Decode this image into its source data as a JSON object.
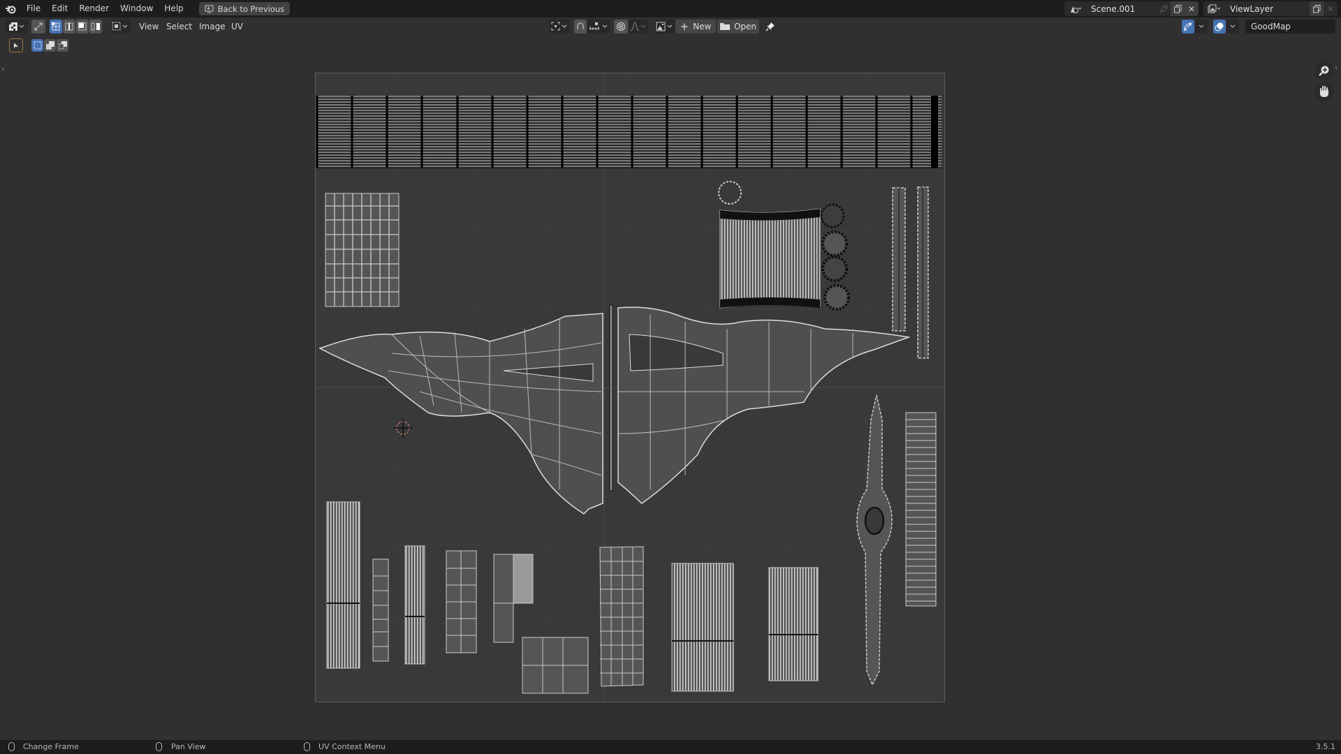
{
  "topbar": {
    "menus": [
      "File",
      "Edit",
      "Render",
      "Window",
      "Help"
    ],
    "back_button": "Back to Previous",
    "scene": {
      "name": "Scene.001"
    },
    "view_layer": {
      "name": "ViewLayer"
    }
  },
  "header": {
    "menus": [
      "View",
      "Select",
      "Image",
      "UV"
    ],
    "new_label": "New",
    "open_label": "Open",
    "uv_map_name": "GoodMap"
  },
  "statusbar": {
    "left_hint": "Change Frame",
    "middle_hint": "Pan View",
    "right_hint": "UV Context Menu",
    "version": "3.5.1"
  },
  "colors": {
    "accent_blue": "#4772b3",
    "topbar_bg": "#1d1d1d",
    "editor_bg": "#303030",
    "uv_space_bg": "#393939",
    "face_fill": "#555555",
    "selected_face": "#9a9a9a",
    "edge": "#cfcfcf",
    "vertex": "#000000",
    "cursor_red": "#c07070"
  }
}
